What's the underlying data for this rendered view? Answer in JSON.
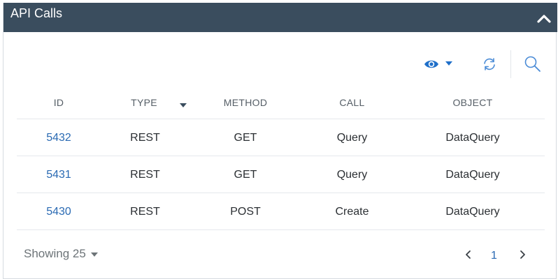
{
  "header": {
    "title": "API Calls",
    "collapse_icon": "chevron-up-icon"
  },
  "toolbar": {
    "view_icon": "eye-icon",
    "refresh_icon": "refresh-icon",
    "search_icon": "search-icon"
  },
  "table": {
    "columns": [
      "ID",
      "TYPE",
      "METHOD",
      "CALL",
      "OBJECT"
    ],
    "rows": [
      {
        "id": "5432",
        "type": "REST",
        "method": "GET",
        "call": "Query",
        "object": "DataQuery"
      },
      {
        "id": "5431",
        "type": "REST",
        "method": "GET",
        "call": "Query",
        "object": "DataQuery"
      },
      {
        "id": "5430",
        "type": "REST",
        "method": "POST",
        "call": "Create",
        "object": "DataQuery"
      }
    ]
  },
  "footer": {
    "showing_label": "Showing 25",
    "current_page": "1"
  },
  "colors": {
    "header_bg": "#3a4d5e",
    "accent": "#2a6ab3",
    "link": "#2a6ab3"
  }
}
